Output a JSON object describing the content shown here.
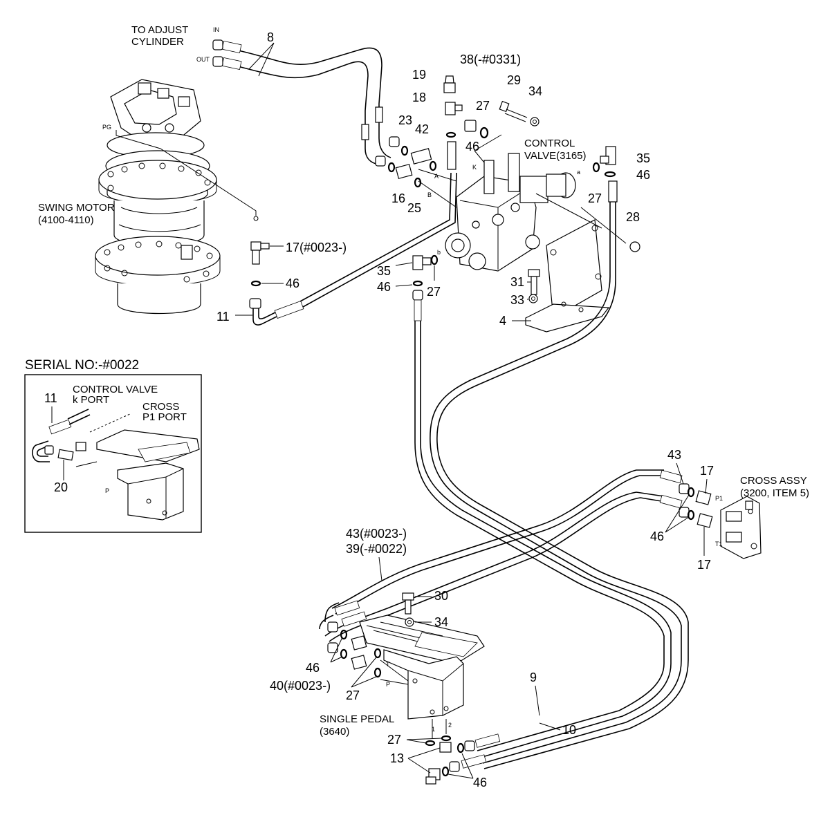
{
  "labels": {
    "to_adjust_1": "TO ADJUST",
    "to_adjust_2": "CYLINDER",
    "port_in": "IN",
    "port_out": "OUT",
    "n8": "8",
    "n38": "38(-#0331)",
    "n19": "19",
    "n18": "18",
    "n29": "29",
    "n34a": "34",
    "n27a": "27",
    "n23": "23",
    "n42": "42",
    "n46a": "46",
    "port_k": "K",
    "control_valve_1": "CONTROL",
    "control_valve_2": "VALVE(3165)",
    "n35a": "35",
    "port_a_small": "a",
    "n46b": "46",
    "port_A": "A",
    "port_B": "B",
    "n16": "16",
    "n25": "25",
    "n27b": "27",
    "n28": "28",
    "pg": "PG",
    "swing_motor_1": "SWING MOTOR",
    "swing_motor_2": "(4100-4110)",
    "n17a": "17(#0023-)",
    "port_b_small": "b",
    "n35b": "35",
    "n46c": "46",
    "n27c": "27",
    "n46d": "46",
    "n31": "31",
    "n33": "33",
    "n4": "4",
    "n11": "11",
    "serial_title": "SERIAL NO:-#0022",
    "inset_11": "11",
    "inset_cv_1": "CONTROL VALVE",
    "inset_cv_2": "k  PORT",
    "inset_cross_1": "CROSS",
    "inset_cross_2": "P1  PORT",
    "inset_20": "20",
    "inset_p": "P",
    "n43a": "43",
    "n17b": "17",
    "cross_assy_1": "CROSS ASSY",
    "cross_assy_2": "(3200, ITEM 5)",
    "port_p1": "P1",
    "port_t1": "T1",
    "n46e": "46",
    "n17c": "17",
    "n43b": "43(#0023-)",
    "n39": "39(-#0022)",
    "n30": "30",
    "n34b": "34",
    "port_T": "T",
    "port_P": "P",
    "n46f": "46",
    "n40": "40(#0023-)",
    "n27d": "27",
    "n9": "9",
    "n10": "10",
    "single_pedal_1": "SINGLE PEDAL",
    "single_pedal_2": "(3640)",
    "port_1": "1",
    "port_2": "2",
    "n27e": "27",
    "n13": "13",
    "n46g": "46"
  }
}
